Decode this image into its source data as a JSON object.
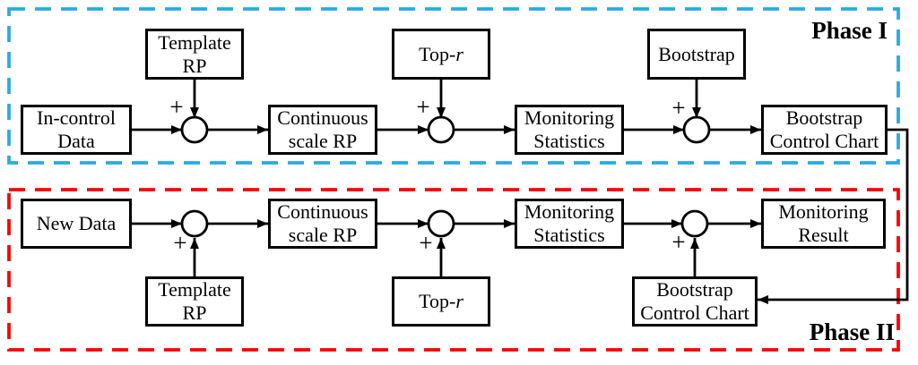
{
  "phase1": {
    "label": "Phase I",
    "in_control_data": "In-control\nData",
    "template_rp": "Template\nRP",
    "continuous_scale_rp": "Continuous\nscale RP",
    "top_r_prefix": "Top-",
    "top_r_var": "r",
    "monitoring_statistics": "Monitoring\nStatistics",
    "bootstrap": "Bootstrap",
    "bootstrap_control_chart": "Bootstrap\nControl Chart"
  },
  "phase2": {
    "label": "Phase II",
    "new_data": "New Data",
    "template_rp": "Template\nRP",
    "continuous_scale_rp": "Continuous\nscale RP",
    "top_r_prefix": "Top-",
    "top_r_var": "r",
    "monitoring_statistics": "Monitoring\nStatistics",
    "bootstrap_control_chart": "Bootstrap\nControl Chart",
    "monitoring_result": "Monitoring\nResult"
  },
  "junctions": {
    "plus": "+"
  },
  "colors": {
    "phase1_border": "#29ABE2",
    "phase2_border": "#FF0000",
    "line": "#000000",
    "box_border": "#000000",
    "background": "#FFFFFF"
  }
}
